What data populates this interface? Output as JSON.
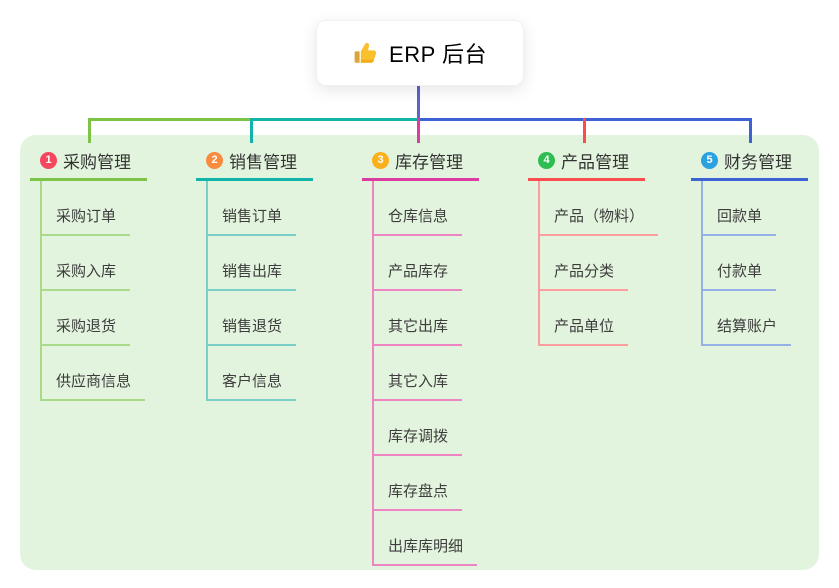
{
  "root": {
    "title": "ERP 后台",
    "icon": "thumbs-up-icon",
    "connector_color": "#5a64cb",
    "card_bg": "#ffffff",
    "text_color": "#37393f"
  },
  "panel": {
    "bg": "#e3f4de"
  },
  "branches": [
    {
      "number": "1",
      "label": "采购管理",
      "badge_color": "#f5465d",
      "line_color": "#7dc345",
      "sub_line_color": "#a9d98a",
      "items": [
        "采购订单",
        "采购入库",
        "采购退货",
        "供应商信息"
      ]
    },
    {
      "number": "2",
      "label": "销售管理",
      "badge_color": "#f98b3f",
      "line_color": "#12b4aa",
      "sub_line_color": "#7ad0c9",
      "items": [
        "销售订单",
        "销售出库",
        "销售退货",
        "客户信息"
      ]
    },
    {
      "number": "3",
      "label": "库存管理",
      "badge_color": "#fab01b",
      "line_color": "#dc3ba1",
      "sub_line_color": "#ef84c2",
      "items": [
        "仓库信息",
        "产品库存",
        "其它出库",
        "其它入库",
        "库存调拨",
        "库存盘点",
        "出库库明细"
      ]
    },
    {
      "number": "4",
      "label": "产品管理",
      "badge_color": "#2fbd52",
      "line_color": "#fb4c50",
      "sub_line_color": "#fb9e9f",
      "items": [
        "产品（物料）",
        "产品分类",
        "产品单位"
      ]
    },
    {
      "number": "5",
      "label": "财务管理",
      "badge_color": "#2aa1e1",
      "line_color": "#3d62d4",
      "sub_line_color": "#94b0e6",
      "items": [
        "回款单",
        "付款单",
        "结算账户"
      ]
    }
  ]
}
